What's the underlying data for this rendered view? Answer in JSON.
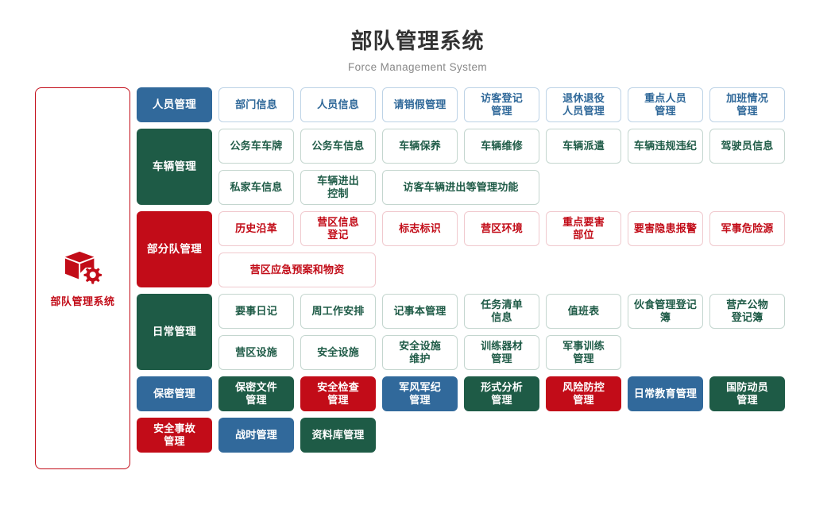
{
  "header": {
    "title": "部队管理系统",
    "subtitle": "Force Management System"
  },
  "sidebar": {
    "icon": "cube-gear-icon",
    "label": "部队管理系统",
    "accent": "#c20c18"
  },
  "palette": {
    "blue": "#31699b",
    "green": "#1e5b46",
    "red": "#c20c18",
    "blue_outline_text": "#2f6899",
    "green_outline_text": "#1f5b47",
    "red_outline_text": "#c20c18"
  },
  "rows": [
    {
      "category": "人员管理",
      "category_color": "blue",
      "item_style": "o-blue",
      "items": [
        {
          "label": "部门信息"
        },
        {
          "label": "人员信息"
        },
        {
          "label": "请销假管理"
        },
        {
          "label": "访客登记\n管理"
        },
        {
          "label": "退休退役\n人员管理"
        },
        {
          "label": "重点人员\n管理"
        },
        {
          "label": "加班情况\n管理"
        }
      ]
    },
    {
      "category": "车辆管理",
      "category_color": "green",
      "item_style": "o-green",
      "items": [
        {
          "label": "公务车车牌"
        },
        {
          "label": "公务车信息"
        },
        {
          "label": "车辆保养"
        },
        {
          "label": "车辆维修"
        },
        {
          "label": "车辆派遣"
        },
        {
          "label": "车辆违规违纪"
        },
        {
          "label": "驾驶员信息"
        },
        {
          "label": "私家车信息"
        },
        {
          "label": "车辆进出\n控制"
        },
        {
          "label": "访客车辆进出等管理功能",
          "wide": true
        }
      ]
    },
    {
      "category": "部分队管理",
      "category_color": "red",
      "item_style": "o-red",
      "items": [
        {
          "label": "历史沿革"
        },
        {
          "label": "营区信息\n登记"
        },
        {
          "label": "标志标识"
        },
        {
          "label": "营区环境"
        },
        {
          "label": "重点要害\n部位"
        },
        {
          "label": "要害隐患报警"
        },
        {
          "label": "军事危险源"
        },
        {
          "label": "营区应急预案和物资",
          "wide": true
        }
      ]
    },
    {
      "category": "日常管理",
      "category_color": "green",
      "item_style": "o-green",
      "items": [
        {
          "label": "要事日记"
        },
        {
          "label": "周工作安排"
        },
        {
          "label": "记事本管理"
        },
        {
          "label": "任务清单\n信息"
        },
        {
          "label": "值班表"
        },
        {
          "label": "伙食管理登记簿"
        },
        {
          "label": "营产公物\n登记簿"
        },
        {
          "label": "营区设施"
        },
        {
          "label": "安全设施"
        },
        {
          "label": "安全设施\n维护"
        },
        {
          "label": "训练器材\n管理"
        },
        {
          "label": "军事训练\n管理"
        }
      ]
    }
  ],
  "bottom_tiles": [
    {
      "label": "保密管理",
      "color": "f-blue"
    },
    {
      "label": "保密文件\n管理",
      "color": "f-green"
    },
    {
      "label": "安全检查\n管理",
      "color": "f-red"
    },
    {
      "label": "军风军纪\n管理",
      "color": "f-blue"
    },
    {
      "label": "形式分析\n管理",
      "color": "f-green"
    },
    {
      "label": "风险防控\n管理",
      "color": "f-red"
    },
    {
      "label": "日常教育管理",
      "color": "f-blue"
    },
    {
      "label": "国防动员\n管理",
      "color": "f-green"
    },
    {
      "label": "安全事故\n管理",
      "color": "f-red"
    },
    {
      "label": "战时管理",
      "color": "f-blue"
    },
    {
      "label": "资料库管理",
      "color": "f-green"
    }
  ]
}
